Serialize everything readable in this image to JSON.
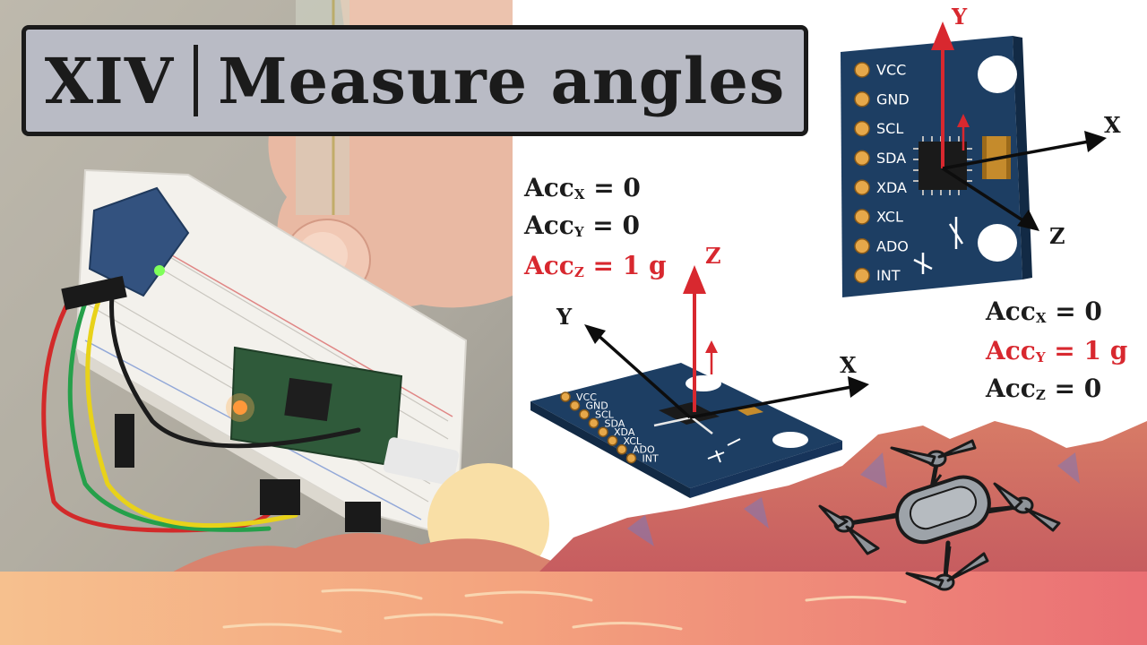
{
  "title": {
    "roman": "XIV",
    "text": "Measure angles"
  },
  "colors": {
    "accent_red": "#d8282f",
    "board_blue": "#1d3e63",
    "title_box": "#b9bbc5",
    "pin_gold": "#e6a84a"
  },
  "sensor_flat": {
    "pins": [
      "VCC",
      "GND",
      "SCL",
      "SDA",
      "XDA",
      "XCL",
      "ADO",
      "INT"
    ],
    "axes": {
      "x": "X",
      "y": "Y",
      "z": "Z"
    },
    "readings": [
      {
        "base": "Acc",
        "sub": "X",
        "value": " = 0",
        "highlight": false
      },
      {
        "base": "Acc",
        "sub": "Y",
        "value": " = 0",
        "highlight": false
      },
      {
        "base": "Acc",
        "sub": "Z",
        "value": " = 1 g",
        "highlight": true
      }
    ]
  },
  "sensor_upright": {
    "pins": [
      "VCC",
      "GND",
      "SCL",
      "SDA",
      "XDA",
      "XCL",
      "ADO",
      "INT"
    ],
    "axes": {
      "x": "X",
      "y": "Y",
      "z": "Z"
    },
    "readings": [
      {
        "base": "Acc",
        "sub": "X",
        "value": " = 0",
        "highlight": false
      },
      {
        "base": "Acc",
        "sub": "Y",
        "value": " = 1 g",
        "highlight": true
      },
      {
        "base": "Acc",
        "sub": "Z",
        "value": " = 0",
        "highlight": false
      }
    ]
  },
  "icons": [
    "axis-orientation-icon",
    "quadcopter-drone-icon",
    "sun-icon"
  ]
}
